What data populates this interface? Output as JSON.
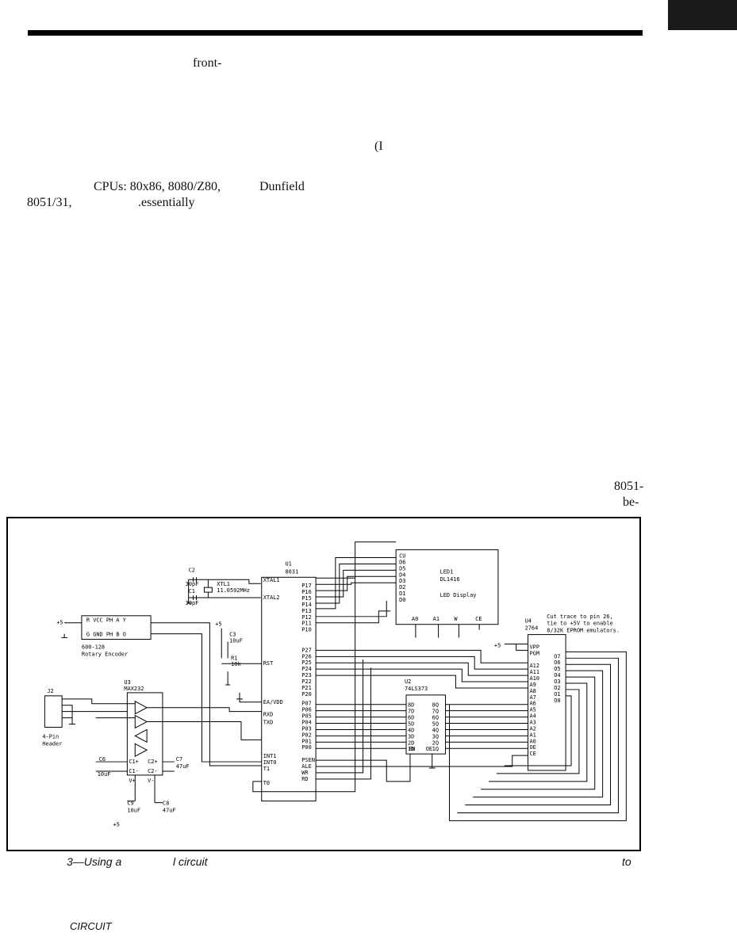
{
  "page": {
    "fragments": [
      {
        "id": "f1",
        "text": "front-"
      },
      {
        "id": "f2",
        "text": "(I"
      },
      {
        "id": "f3",
        "text": "CPUs: 80x86, 8080/Z80,"
      },
      {
        "id": "f4",
        "text": "Dunfield"
      },
      {
        "id": "f5",
        "text": "8051/31,"
      },
      {
        "id": "f6",
        "text": ".essentially"
      },
      {
        "id": "f7",
        "text": "8051-"
      },
      {
        "id": "f8",
        "text": "be-"
      }
    ],
    "caption": {
      "left": "3—Using a",
      "mid": "l circuit",
      "right": "to"
    },
    "footer": "CIRCUIT"
  },
  "schematic": {
    "u1": {
      "ref": "U1",
      "part": "8031"
    },
    "u2": {
      "ref": "U2",
      "part": "74LS373"
    },
    "u3": {
      "ref": "U3",
      "part": "MAX232"
    },
    "u4": {
      "ref": "U4",
      "part": "2764"
    },
    "led": {
      "ref": "LED1",
      "part": "DL1416",
      "desc": "LED Display"
    },
    "xtal": {
      "ref": "XTL1",
      "freq": "11.0592MHz"
    },
    "c1": {
      "ref": "C1",
      "val": "30pF"
    },
    "c2": {
      "ref": "C2",
      "val": "30pF"
    },
    "c3": {
      "ref": "C3",
      "val": "10uF"
    },
    "r1": {
      "ref": "R1",
      "val": "10k"
    },
    "c6": {
      "ref": "C6",
      "val": "10uF"
    },
    "c7": {
      "ref": "C7",
      "val": "47uF"
    },
    "c8": {
      "ref": "C8",
      "val": "47uF"
    },
    "c9": {
      "ref": "C9",
      "val": "10uF"
    },
    "encoder": {
      "part": "600-128",
      "desc": "Rotary Encoder",
      "pins": "R VCC PH A Y",
      "pins2": "G GND PH B O"
    },
    "j2": {
      "ref": "J2",
      "desc1": "4-Pin",
      "desc2": "Header"
    },
    "supply": "+5",
    "note": [
      "Cut trace to pin 26,",
      "tie to +5V to enable",
      "8/32K EPROM emulators."
    ],
    "u1_left_pins": [
      "XTAL1",
      "XTAL2",
      "RST",
      "EA/VDD",
      "RXD",
      "TXD",
      "INT1",
      "INT0",
      "T1",
      "T0"
    ],
    "u1_right_pins": [
      "P17",
      "P16",
      "P15",
      "P14",
      "P13",
      "P12",
      "P11",
      "P10",
      "P27",
      "P26",
      "P25",
      "P24",
      "P23",
      "P22",
      "P21",
      "P20",
      "P07",
      "P06",
      "P05",
      "P04",
      "P03",
      "P02",
      "P01",
      "P00",
      "PSEN",
      "ALE",
      "WR",
      "RD"
    ],
    "led_pins": [
      "CU",
      "D6",
      "D5",
      "D4",
      "D3",
      "D2",
      "D1",
      "D0"
    ],
    "led_bottom": [
      "A0",
      "A1",
      "W",
      "CE"
    ],
    "u2_left": [
      "8D",
      "7D",
      "6D",
      "5D",
      "4D",
      "3D",
      "2D",
      "1D"
    ],
    "u2_right": [
      "8Q",
      "7Q",
      "6Q",
      "5Q",
      "4Q",
      "3Q",
      "2Q",
      "1Q"
    ],
    "u2_bottom": [
      "EN",
      "OE"
    ],
    "u4_left": [
      "VPP",
      "PGM",
      "A12",
      "A11",
      "A10",
      "A9",
      "A8",
      "A7",
      "A6",
      "A5",
      "A4",
      "A3",
      "A2",
      "A1",
      "A0",
      "OE",
      "CE"
    ],
    "u4_right": [
      "O7",
      "O6",
      "O5",
      "O4",
      "O3",
      "O2",
      "O1",
      "O0"
    ],
    "u3_pins": [
      "C1+",
      "C2+",
      "C1-",
      "C2-",
      "V+",
      "V-"
    ]
  }
}
